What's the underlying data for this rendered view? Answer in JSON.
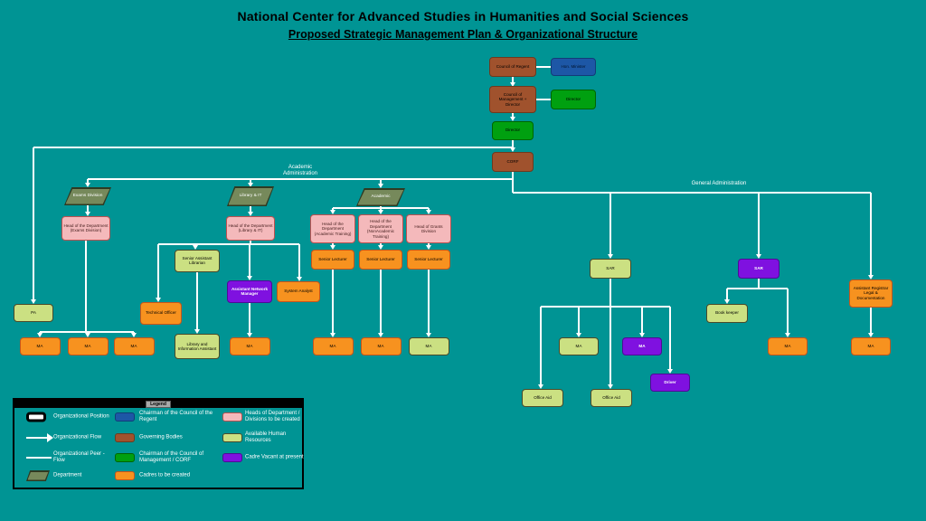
{
  "title": "National Center for Advanced Studies in Humanities and Social Sciences",
  "subtitle": "Proposed Strategic Management Plan & Organizational Structure",
  "labels": {
    "academic_admin": "Academic Administration",
    "general_admin": "General Administration"
  },
  "colors": {
    "background": "#009494",
    "line": "#FFFFFF",
    "node_brown": "#A0522D",
    "node_brown_border": "#6E3A1E",
    "node_blue": "#1D57A6",
    "node_blue_border": "#123C78",
    "node_green": "#00A010",
    "node_green_border": "#006600",
    "node_pink": "#F4B9BB",
    "node_pink_border": "#BF5050",
    "node_lightgreen": "#CBE082",
    "node_lightgreen_border": "#4A4A2A",
    "node_orange": "#F7921F",
    "node_orange_border": "#C8551A",
    "node_purple": "#7F11E0",
    "node_purple_border": "#4E0B96",
    "node_dept": "#76895B",
    "node_dept_border": "#2E3A22"
  },
  "nodes": [
    {
      "id": "council-of-regent",
      "label": "Council of Regent",
      "type": "governing"
    },
    {
      "id": "hon-minister",
      "label": "Hon. Minister",
      "type": "chairman-regent"
    },
    {
      "id": "council-of-management",
      "label": "Council of Management + Director",
      "type": "governing"
    },
    {
      "id": "director-peer",
      "label": "Director",
      "type": "chairman-corf"
    },
    {
      "id": "director",
      "label": "Director",
      "type": "chairman-corf"
    },
    {
      "id": "corf",
      "label": "CORF",
      "type": "governing"
    },
    {
      "id": "exams-division",
      "label": "Exams Division",
      "type": "department"
    },
    {
      "id": "library-it-division",
      "label": "Library & IT",
      "type": "department"
    },
    {
      "id": "academic-division",
      "label": "Academic",
      "type": "department"
    },
    {
      "id": "head-exams",
      "label": "Head of the Department (Exams Division)",
      "type": "head"
    },
    {
      "id": "head-library",
      "label": "Head of the Department (Library & IT)",
      "type": "head"
    },
    {
      "id": "head-academic-training",
      "label": "Head of the Department (Academic Training)",
      "type": "head"
    },
    {
      "id": "head-nonacademic-training",
      "label": "Head of the Department (NonAcademic Training)",
      "type": "head"
    },
    {
      "id": "head-grants",
      "label": "Head of Grants Division",
      "type": "head"
    },
    {
      "id": "pa",
      "label": "PA",
      "type": "available"
    },
    {
      "id": "ma-exams-1",
      "label": "MA",
      "type": "cadre"
    },
    {
      "id": "ma-exams-2",
      "label": "MA",
      "type": "cadre"
    },
    {
      "id": "ma-exams-3",
      "label": "MA",
      "type": "cadre"
    },
    {
      "id": "technical-officer",
      "label": "Technical Officer",
      "type": "cadre"
    },
    {
      "id": "senior-assistant-librarian",
      "label": "Senior Assistant Librarian",
      "type": "available"
    },
    {
      "id": "library-information-assistant",
      "label": "Library and Information Assistant",
      "type": "available"
    },
    {
      "id": "assistant-network-manager",
      "label": "Assistant Network Manager",
      "type": "vacant"
    },
    {
      "id": "system-analyst",
      "label": "System Analyst",
      "type": "cadre"
    },
    {
      "id": "ma-library",
      "label": "MA",
      "type": "cadre"
    },
    {
      "id": "senior-lecturer-1",
      "label": "Senior Lecturer",
      "type": "cadre"
    },
    {
      "id": "senior-lecturer-2",
      "label": "Senior Lecturer",
      "type": "cadre"
    },
    {
      "id": "senior-lecturer-3",
      "label": "Senior Lecturer",
      "type": "cadre"
    },
    {
      "id": "ma-lecturer-1",
      "label": "MA",
      "type": "cadre"
    },
    {
      "id": "ma-lecturer-2",
      "label": "MA",
      "type": "cadre"
    },
    {
      "id": "ma-lecturer-3",
      "label": "MA",
      "type": "available"
    },
    {
      "id": "sar-available",
      "label": "SAR",
      "type": "available"
    },
    {
      "id": "sar-vacant",
      "label": "SAR",
      "type": "vacant"
    },
    {
      "id": "assistant-registrar-legal",
      "label": "Assistant Registrar Legal & Documentation",
      "type": "cadre"
    },
    {
      "id": "ma-general-1",
      "label": "MA",
      "type": "available"
    },
    {
      "id": "ma-general-2",
      "label": "MA",
      "type": "vacant"
    },
    {
      "id": "driver",
      "label": "Driver",
      "type": "vacant"
    },
    {
      "id": "office-aid-1",
      "label": "Office Aid",
      "type": "available"
    },
    {
      "id": "office-aid-2",
      "label": "Office Aid",
      "type": "available"
    },
    {
      "id": "book-keeper",
      "label": "Book keeper",
      "type": "available"
    },
    {
      "id": "ma-sar",
      "label": "MA",
      "type": "cadre"
    },
    {
      "id": "ma-registrar",
      "label": "MA",
      "type": "cadre"
    }
  ],
  "legend": {
    "title": "Legend",
    "columns": [
      [
        {
          "swatch": "outline",
          "label": "Organizational Position"
        },
        {
          "swatch": "arrow",
          "label": "Organizational Flow"
        },
        {
          "swatch": "line",
          "label": "Organizational Peer - Flow"
        },
        {
          "swatch": "parallelogram",
          "label": "Department"
        }
      ],
      [
        {
          "swatch": "chairman-regent",
          "label": "Chairman of the Council of the Regent"
        },
        {
          "swatch": "governing",
          "label": "Governing Bodies"
        },
        {
          "swatch": "chairman-corf",
          "label": "Chairman of the Council of Management / CORF"
        },
        {
          "swatch": "cadre",
          "label": "Cadres to be created"
        }
      ],
      [
        {
          "swatch": "head",
          "label": "Heads of Department / Divisions to be created"
        },
        {
          "swatch": "available",
          "label": "Available Human Resources"
        },
        {
          "swatch": "vacant",
          "label": "Cadre Vacant at present"
        }
      ]
    ]
  }
}
